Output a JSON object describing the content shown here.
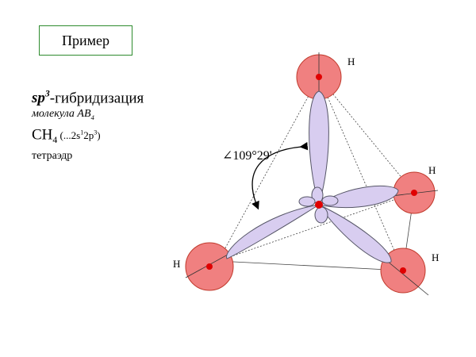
{
  "example_label": "Пример",
  "hybridization": {
    "sp": "sp",
    "power": "3",
    "suffix": "-гибридизация"
  },
  "molecule": {
    "prefix": "молекула AB",
    "subscript": "4"
  },
  "formula": {
    "c": "CH",
    "subscript": "4",
    "config_a": " (...2s",
    "sup1": "1",
    "config_b": "2p",
    "sup2": "3",
    "config_c": ")"
  },
  "geometry": "тетраэдр",
  "diagram": {
    "angle_label": "∠109°29'",
    "atom_labels": [
      "H",
      "H",
      "H",
      "H"
    ],
    "colors": {
      "lobe_fill": "#d8cdf0",
      "lobe_stroke": "#555566",
      "h_atom_fill": "#f08080",
      "h_atom_stroke": "#c0392b",
      "nucleus": "#e00000"
    }
  }
}
